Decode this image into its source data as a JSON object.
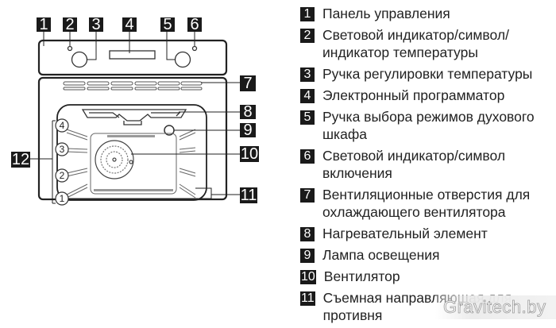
{
  "diagram": {
    "title": "Oven general overview",
    "callouts": [
      "1",
      "2",
      "3",
      "4",
      "5",
      "6",
      "7",
      "8",
      "9",
      "10",
      "11",
      "12"
    ],
    "shelf_levels": [
      "1",
      "2",
      "3",
      "4"
    ]
  },
  "legend": {
    "items": [
      {
        "num": "1",
        "text": "Панель управления"
      },
      {
        "num": "2",
        "text": "Световой индикатор/символ/ индикатор температуры"
      },
      {
        "num": "3",
        "text": "Ручка регулировки температуры"
      },
      {
        "num": "4",
        "text": "Электронный программатор"
      },
      {
        "num": "5",
        "text": "Ручка выбора режимов духового шкафа"
      },
      {
        "num": "6",
        "text": "Световой индикатор/символ включения"
      },
      {
        "num": "7",
        "text": "Вентиляционные отверстия для охлаждающего вентилятора"
      },
      {
        "num": "8",
        "text": "Нагревательный элемент"
      },
      {
        "num": "9",
        "text": "Лампа освещения"
      },
      {
        "num": "10",
        "text": "Вентилятор"
      },
      {
        "num": "11",
        "text": "Съемная направляющая для противня"
      }
    ]
  },
  "watermark": {
    "text": "Gravitech.by"
  },
  "colors": {
    "label_bg": "#1a1a1a",
    "line": "#222222",
    "text": "#222222"
  }
}
